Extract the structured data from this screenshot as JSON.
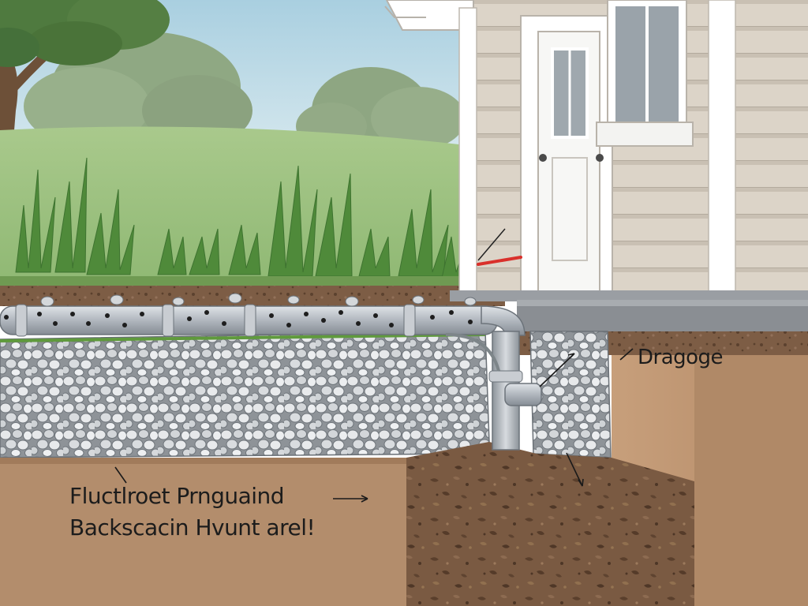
{
  "diagram": {
    "labels": {
      "drainage": "Dragoge",
      "backfill_line1": "Fluctlroet Prnguaind",
      "backfill_line2": "Backscacin Hvunt arel!"
    }
  },
  "colors": {
    "sky": "#bcd9e6",
    "lawn": "#9cc07c",
    "siding": "#d8d0c4",
    "trim": "#ffffff",
    "gravel": "#d6d8db",
    "soil": "#6e5039",
    "backfill": "#b38d6c",
    "pipe": "#a7adb4",
    "accent": "#d9302b"
  }
}
